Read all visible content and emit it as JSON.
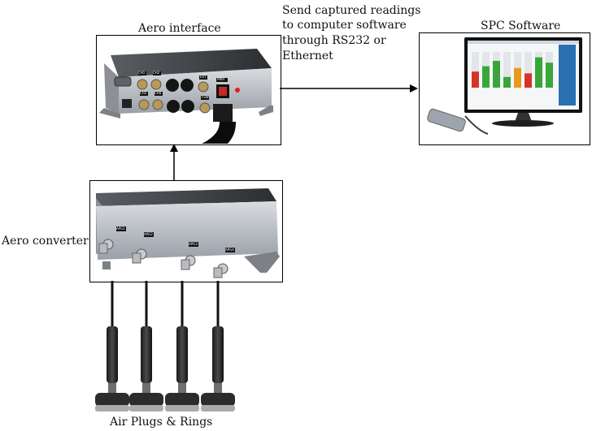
{
  "labels": {
    "aero_interface": "Aero interface",
    "send_line1": "Send captured readings",
    "send_line2": "to computer software",
    "send_line3": "through RS232 or",
    "send_line4": "Ethernet",
    "spc_software": "SPC Software",
    "aero_converter": "Aero converter",
    "air_plugs": "Air Plugs & Rings"
  },
  "interface_device": {
    "ports": [
      "CH1",
      "CH2",
      "CH3",
      "CH4",
      "EXT",
      "PWR",
      "FSW"
    ]
  },
  "converter_device": {
    "ports": [
      "APG1",
      "APG2",
      "APG3",
      "APG4"
    ]
  },
  "spc_screen": {
    "bar_colors": [
      "#d8322b",
      "#3aa63a",
      "#3aa63a",
      "#3aa63a",
      "#e89a1c",
      "#d8322b",
      "#3aa63a",
      "#3aa63a"
    ],
    "bar_levels": [
      0.45,
      0.6,
      0.75,
      0.3,
      0.55,
      0.4,
      0.85,
      0.7
    ],
    "panel_color": "#2a6fb0"
  }
}
